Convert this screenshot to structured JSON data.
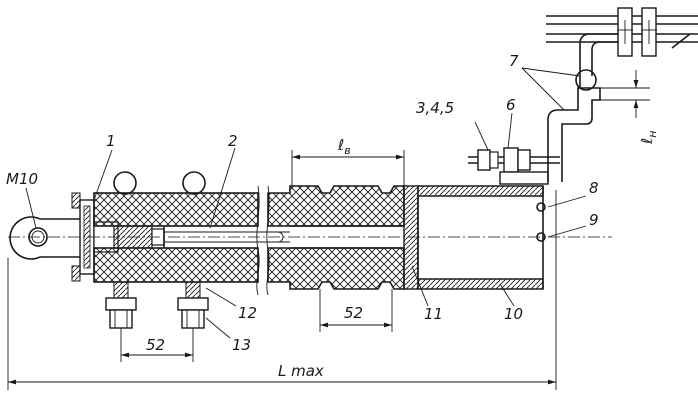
{
  "labels": {
    "m10": "M10",
    "p1": "1",
    "p2": "2",
    "p345": "3,4,5",
    "p6": "6",
    "p7": "7",
    "p8": "8",
    "p9": "9",
    "p10": "10",
    "p11": "11",
    "p12": "12",
    "p13": "13",
    "dim52_left": "52",
    "dim52_mid": "52",
    "l_b": "ℓ",
    "l_b_sub": "в",
    "l_h": "ℓ",
    "l_h_sub": "н",
    "l_max": "L max"
  }
}
